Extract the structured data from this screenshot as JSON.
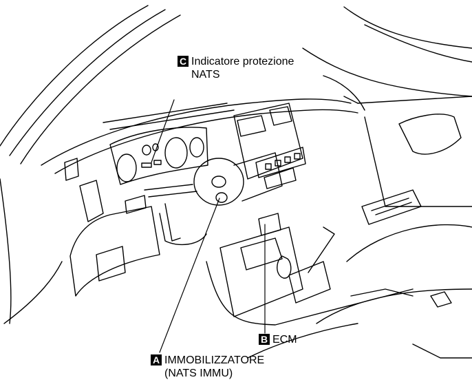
{
  "callouts": {
    "c": {
      "letter": "C",
      "line1": "Indicatore protezione",
      "line2": "NATS"
    },
    "b": {
      "letter": "B",
      "line1": "ECM"
    },
    "a": {
      "letter": "A",
      "line1": "IMMOBILIZZATORE",
      "line2": "(NATS IMMU)"
    }
  }
}
